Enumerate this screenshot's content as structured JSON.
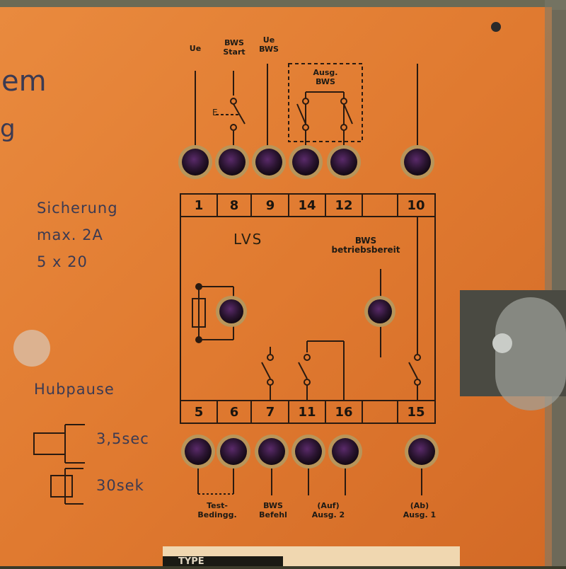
{
  "panel": {
    "title_fragment": "em",
    "subtitle_fragment": "g",
    "fuse_lines": [
      "Sicherung",
      "max. 2A",
      "5 x 20"
    ],
    "hubpause_label": "Hubpause",
    "time_options": [
      "3,5sec",
      "30sek"
    ],
    "module_label": "LVS",
    "bws_ready_label": [
      "BWS",
      "betriebsbereit"
    ],
    "top_labels": [
      {
        "line1": "",
        "line2": "Ue"
      },
      {
        "line1": "BWS",
        "line2": "Start"
      },
      {
        "line1": "Ue",
        "line2": "BWS"
      },
      {
        "line1": "Ausg.",
        "line2": "BWS"
      }
    ],
    "switch_mark": "E",
    "top_terminals": [
      "1",
      "8",
      "9",
      "14",
      "12",
      "",
      "10"
    ],
    "bottom_terminals": [
      "5",
      "6",
      "7",
      "11",
      "16",
      "",
      "15"
    ],
    "bottom_labels": [
      {
        "line1": "Test-",
        "line2": "Bedingg."
      },
      {
        "line1": "BWS",
        "line2": "Befehl"
      },
      {
        "line1": "(Auf)",
        "line2": "Ausg. 2"
      },
      {
        "line1": "(Ab)",
        "line2": "Ausg. 1"
      }
    ],
    "type_plate": "TYPE"
  }
}
